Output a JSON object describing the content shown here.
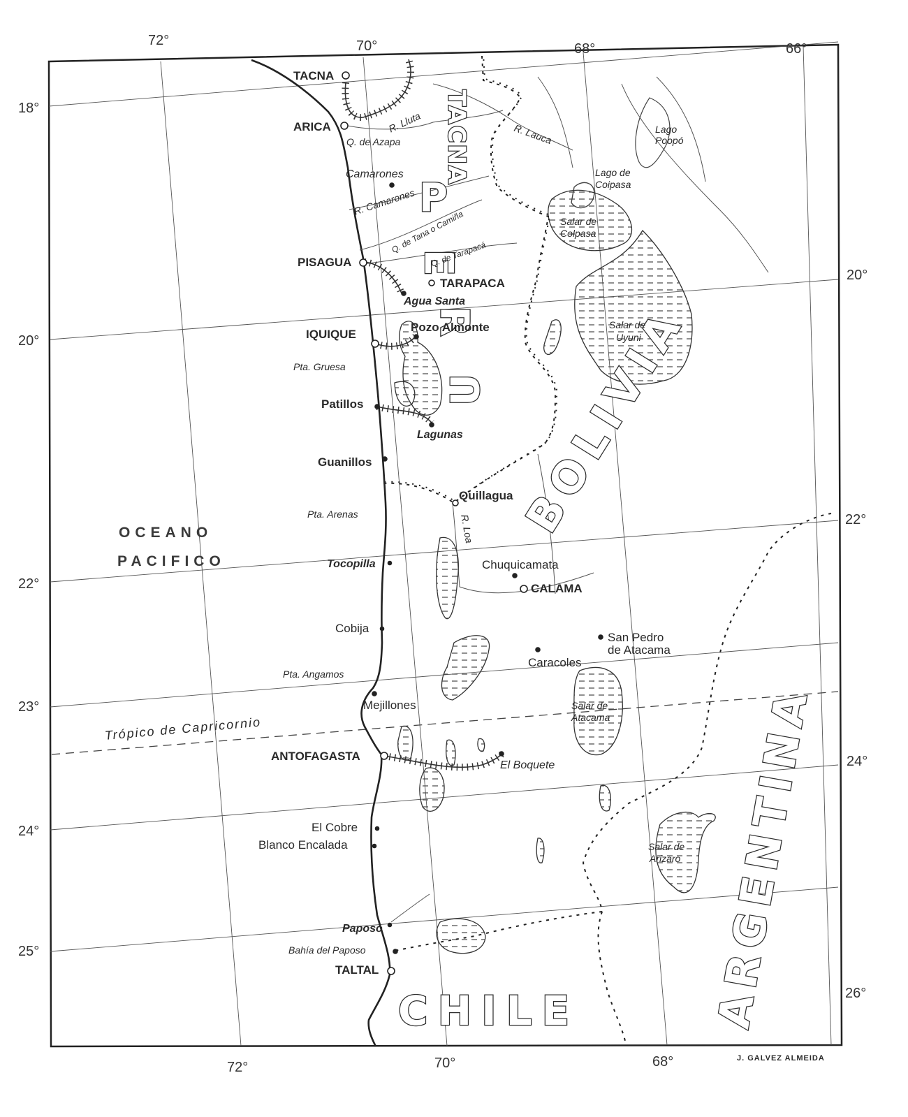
{
  "map": {
    "longitudes_top": [
      "72°",
      "70°",
      "68°",
      "66°"
    ],
    "longitudes_bottom": [
      "72°",
      "70°",
      "68°"
    ],
    "latitudes_left": [
      "18°",
      "20°",
      "22°",
      "23°",
      "24°",
      "25°"
    ],
    "latitudes_right": [
      "20°",
      "22°",
      "24°",
      "26°"
    ],
    "ocean": {
      "line1": "OCEANO",
      "line2": "PACIFICO"
    },
    "countries": {
      "tacna": "TACNA",
      "peru": [
        "P",
        "E",
        "R",
        "U"
      ],
      "bolivia": "BOLIVIA",
      "argentina": "ARGENTINA",
      "chile": "CHILE"
    },
    "places": {
      "tacna": "TACNA",
      "arica": "ARICA",
      "q_azapa": "Q. de Azapa",
      "r_lluta": "R. Lluta",
      "r_lauca": "R. Lauca",
      "camarones": "Camarones",
      "r_camarones": "R. Camarones",
      "q_tana": "Q. de Tana o Camiña",
      "q_tarapaca": "Q. de Tarapacá",
      "pisagua": "PISAGUA",
      "tarapaca": "TARAPACA",
      "agua_santa": "Agua Santa",
      "iquique": "IQUIQUE",
      "pozo_almonte": "Pozo Almonte",
      "pta_gruesa": "Pta. Gruesa",
      "patillos": "Patillos",
      "lagunas": "Lagunas",
      "guanillos": "Guanillos",
      "quillagua": "Quillagua",
      "pta_arenas": "Pta. Arenas",
      "r_loa": "R. Loa",
      "tocopilla": "Tocopilla",
      "chuquicamata": "Chuquicamata",
      "calama": "CALAMA",
      "cobija": "Cobija",
      "san_pedro_1": "San Pedro",
      "san_pedro_2": "de Atacama",
      "caracoles": "Caracoles",
      "pta_angamos": "Pta. Angamos",
      "mejillones": "Mejillones",
      "tropico": "Trópico de Capricornio",
      "antofagasta": "ANTOFAGASTA",
      "el_boquete": "El Boquete",
      "el_cobre": "El Cobre",
      "blanco_encalada": "Blanco Encalada",
      "paposo": "Paposo",
      "bahia_paposo": "Bahía del Paposo",
      "taltal": "TALTAL"
    },
    "lakes": {
      "poopo": [
        "Lago",
        "Poopó"
      ],
      "coipasa": [
        "Lago de",
        "Coipasa"
      ]
    },
    "salares": {
      "colpasa": [
        "Salar de",
        "Colpasa"
      ],
      "uyuni": [
        "Salar de",
        "Uyuni"
      ],
      "atacama": [
        "Salar de",
        "Atacama"
      ],
      "arizaro": [
        "Salar de",
        "Arizaro"
      ]
    },
    "credit": "J. GALVEZ ALMEIDA"
  }
}
